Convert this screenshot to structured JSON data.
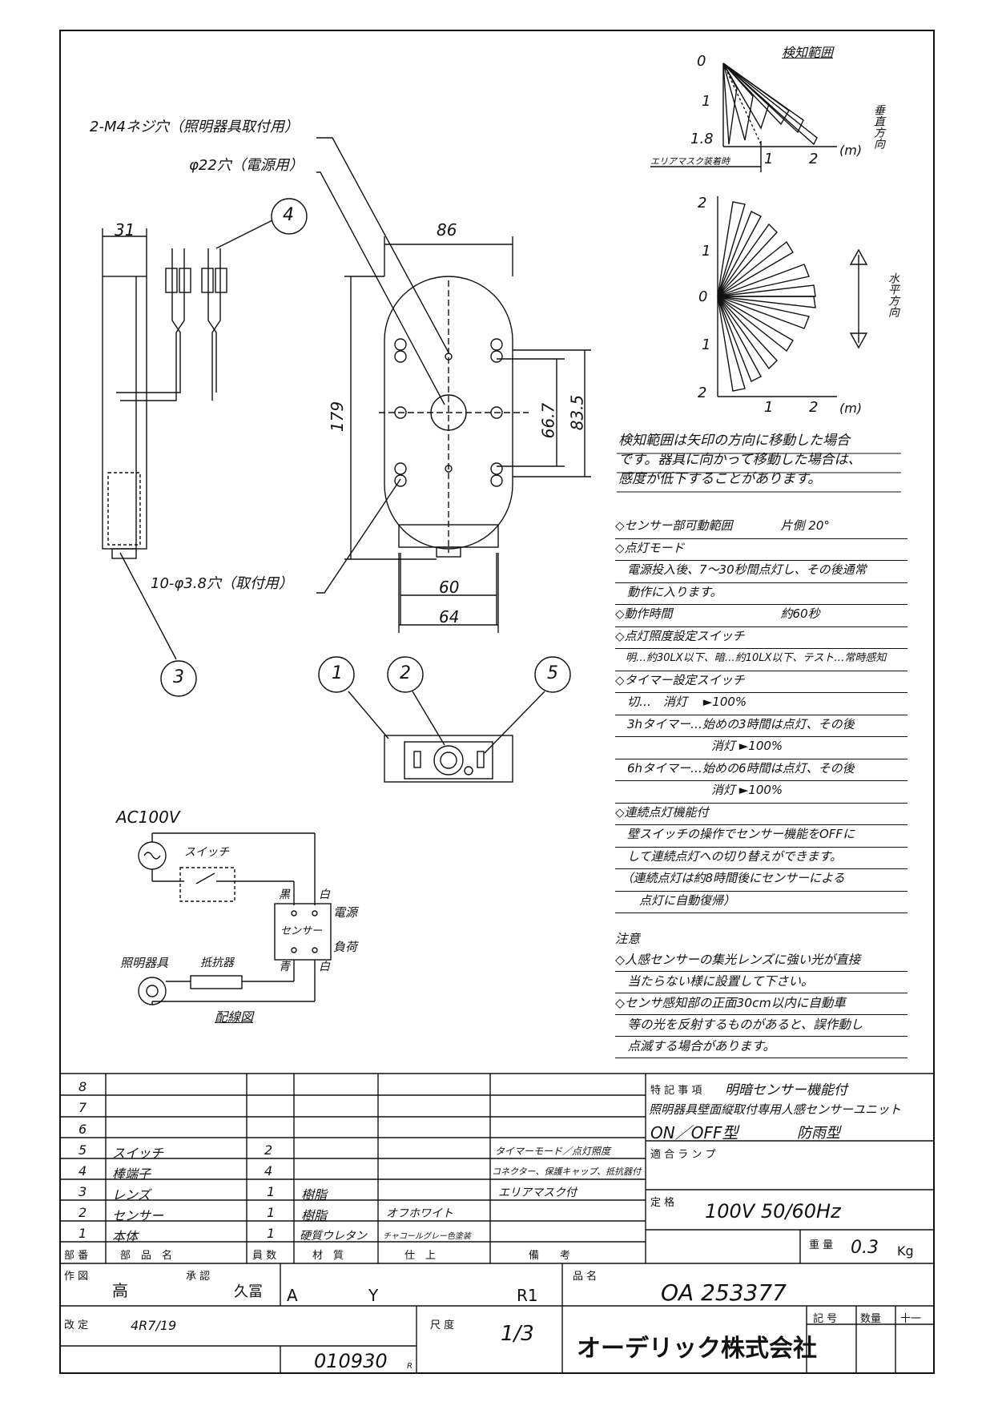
{
  "labels": {
    "hole_m4": "2-M4ネジ穴（照明器具取付用）",
    "hole_22": "φ22穴（電源用）",
    "hole_38": "10-φ3.8穴（取付用）",
    "dim_31": "31",
    "dim_86": "86",
    "dim_179": "179",
    "dim_667": "66.7",
    "dim_835": "83.5",
    "dim_60": "60",
    "dim_64": "64",
    "c1": "1",
    "c2": "2",
    "c3": "3",
    "c4": "4",
    "c5": "5"
  },
  "range": {
    "title": "検知範囲",
    "v0": "0",
    "v1": "1",
    "v18": "1.8",
    "x1": "1",
    "x2": "2",
    "m": "(m)",
    "vertical": "垂直方向",
    "mask": "エリアマスク装着時",
    "h2t": "2",
    "h1t": "1",
    "h0": "0",
    "h1b": "1",
    "h2b": "2",
    "hx1": "1",
    "hx2": "2",
    "hm": "(m)",
    "horizontal": "水平方向",
    "note1": "検知範囲は矢印の方向に移動した場合",
    "note2": "です。器具に向かって移動した場合は、",
    "note3": "感度が低下することがあります。"
  },
  "spec": [
    "◇センサー部可動範囲　　　　片側 20°",
    "◇点灯モード",
    "　電源投入後、7～30秒間点灯し、その後通常",
    "　動作に入ります。",
    "◇動作時間　　　　　　　　　約60秒",
    "◇点灯照度設定スイッチ",
    "　明…約30LX以下、暗…約10LX以下、テスト…常時感知",
    "◇タイマー設定スイッチ",
    "　切…　消灯　 ►100%",
    "　3hタイマー…始めの3時間は点灯、その後",
    "　　　　　　　　消灯 ►100%",
    "　6hタイマー…始めの6時間は点灯、その後",
    "　　　　　　　　消灯 ►100%",
    "◇連続点灯機能付",
    "　壁スイッチの操作でセンサー機能をOFFに",
    "　して連続点灯への切り替えができます。",
    "　（連続点灯は約8時間後にセンサーによる",
    "　　点灯に自動復帰）"
  ],
  "caution": {
    "title": "注意",
    "lines": [
      "◇人感センサーの集光レンズに強い光が直接",
      "　当たらない様に設置して下さい。",
      "◇センサ感知部の正面30cm以内に自動車",
      "　等の光を反射するものがあると、誤作動し",
      "　点滅する場合があります。"
    ]
  },
  "wiring": {
    "ac": "AC100V",
    "switch": "スイッチ",
    "black": "黒",
    "white1": "白",
    "power": "電源",
    "sensor": "センサー",
    "load": "負荷",
    "blue": "青",
    "white2": "白",
    "fixture": "照明器具",
    "resistor": "抵抗器",
    "title": "配線図"
  },
  "parts": {
    "rows": [
      {
        "no": "8",
        "name": "",
        "qty": "",
        "mat": "",
        "finish": "",
        "note": ""
      },
      {
        "no": "7",
        "name": "",
        "qty": "",
        "mat": "",
        "finish": "",
        "note": ""
      },
      {
        "no": "6",
        "name": "",
        "qty": "",
        "mat": "",
        "finish": "",
        "note": ""
      },
      {
        "no": "5",
        "name": "スイッチ",
        "qty": "2",
        "mat": "",
        "finish": "",
        "note": "タイマーモード／点灯照度"
      },
      {
        "no": "4",
        "name": "棒端子",
        "qty": "4",
        "mat": "",
        "finish": "",
        "note": "コネクター、保護キャップ、抵抗器付"
      },
      {
        "no": "3",
        "name": "レンズ",
        "qty": "1",
        "mat": "樹脂",
        "finish": "",
        "note": "エリアマスク付"
      },
      {
        "no": "2",
        "name": "センサー",
        "qty": "1",
        "mat": "樹脂",
        "finish": "オフホワイト",
        "note": ""
      },
      {
        "no": "1",
        "name": "本体",
        "qty": "1",
        "mat": "硬質ウレタン",
        "finish": "チャコールグレー色塗装",
        "note": ""
      }
    ],
    "h_no": "部 番",
    "h_name": "部　品　名",
    "h_qty": "員 数",
    "h_mat": "材　質",
    "h_finish": "仕　上",
    "h_note": "備　　考"
  },
  "title_block": {
    "tokki_label": "特 記 事 項",
    "tokki_value": "明暗センサー機能付",
    "product_line": "照明器具壁面縦取付専用人感センサーユニット",
    "type": "ON／OFF型",
    "rain": "防雨型",
    "lamp_label": "適 合 ラ ン プ",
    "rating_label": "定 格",
    "rating": "100V 50/60Hz",
    "weight_label": "重 量",
    "weight": "0.3",
    "weight_unit": "Kg",
    "drawn_label": "作 図",
    "drawn": "高",
    "approved_label": "承 認",
    "approved": "久冨",
    "a": "A",
    "y": "Y",
    "r1": "R1",
    "part_no_label": "品 名",
    "part_no": "OA 253377",
    "rev_label": "改 定",
    "rev_date": "4R7/19",
    "scale_label": "尺 度",
    "scale": "1/3",
    "code": "010930",
    "code_r": "R",
    "company": "オーデリック株式会社",
    "sym_label": "記 号",
    "qty_label": "数量",
    "dash": "十一"
  }
}
